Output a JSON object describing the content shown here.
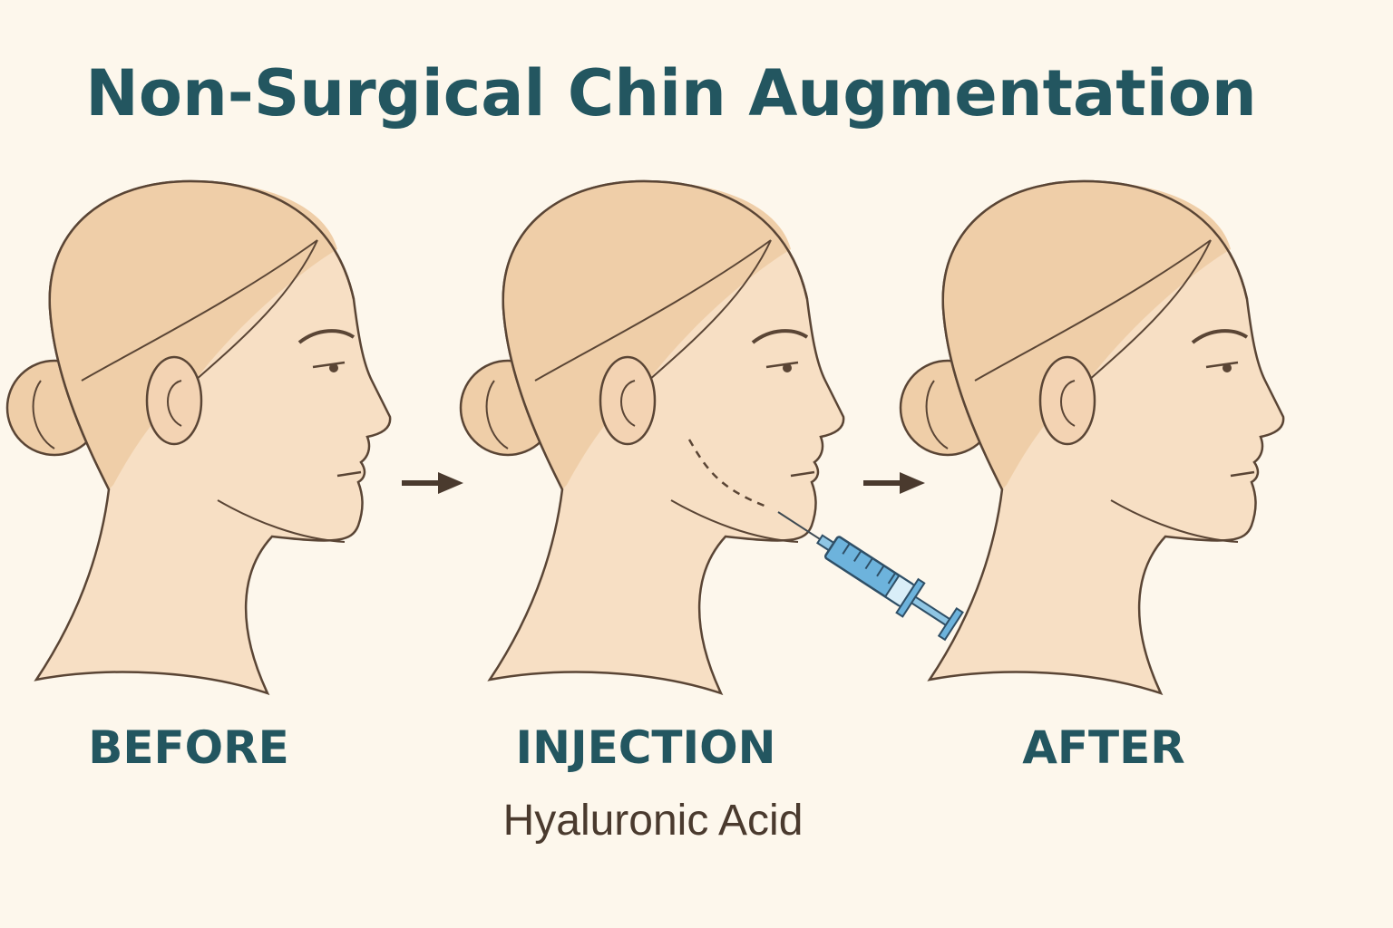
{
  "title": "Non-Surgical Chin Augmentation",
  "panels": [
    {
      "label": "BEFORE"
    },
    {
      "label": "INJECTION",
      "sublabel": "Hyaluronic Acid"
    },
    {
      "label": "AFTER"
    }
  ],
  "colors": {
    "background": "#fdf7ec",
    "title": "#235660",
    "skin": "#f7dfc4",
    "hair": "#efcea8",
    "outline": "#5a4535",
    "syringe": "#6db3dc"
  }
}
